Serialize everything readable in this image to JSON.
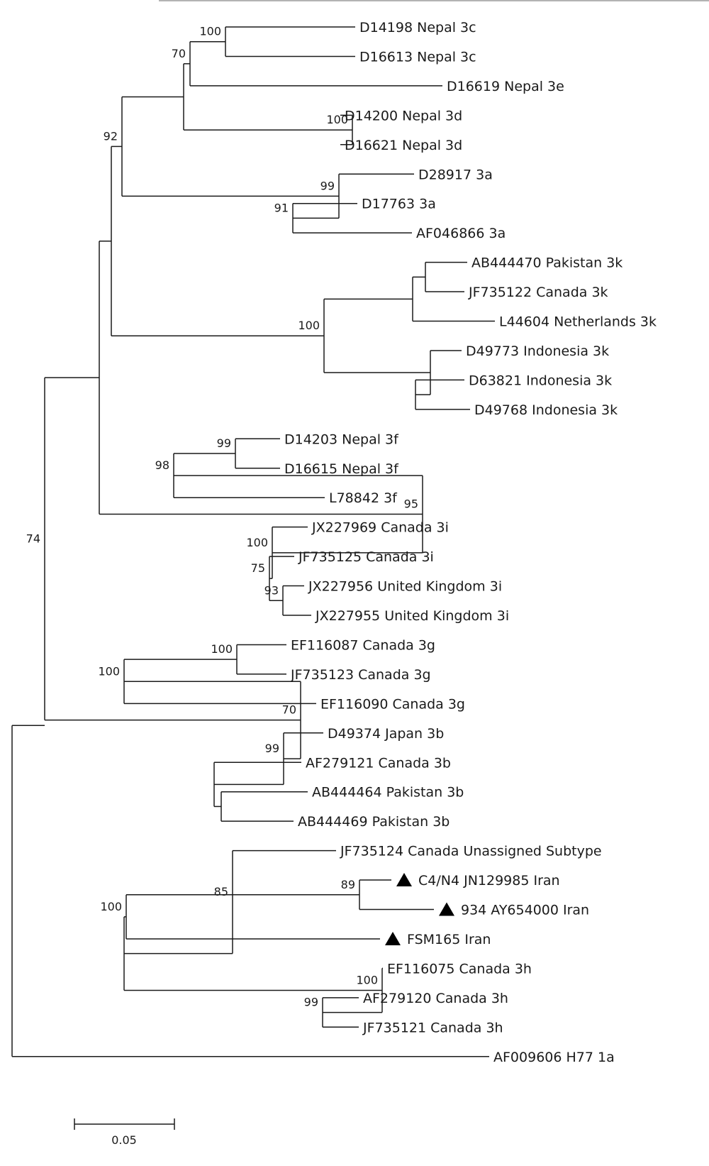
{
  "scale_bar": {
    "value": 0.05,
    "label": "0.05"
  },
  "tree": {
    "children": [
      {
        "bootstrap": "74",
        "children": [
          {
            "children": [
              {
                "children": [
                  {
                    "bootstrap": "92",
                    "children": [
                      {
                        "children": [
                          {
                            "bootstrap": "70",
                            "children": [
                              {
                                "bootstrap": "100",
                                "children": [
                                  {
                                    "name": "D14198 Nepal 3c"
                                  },
                                  {
                                    "name": "D16613 Nepal 3c"
                                  }
                                ]
                              },
                              {
                                "name": "D16619 Nepal 3e"
                              }
                            ]
                          },
                          {
                            "bootstrap": "100",
                            "children": [
                              {
                                "name": "D14200 Nepal 3d"
                              },
                              {
                                "name": "D16621 Nepal 3d"
                              }
                            ]
                          }
                        ]
                      },
                      {
                        "bootstrap": "99",
                        "children": [
                          {
                            "name": "D28917 3a"
                          },
                          {
                            "bootstrap": "91",
                            "children": [
                              {
                                "name": "D17763 3a"
                              },
                              {
                                "name": "AF046866 3a"
                              }
                            ]
                          }
                        ]
                      }
                    ]
                  },
                  {
                    "bootstrap": "100",
                    "children": [
                      {
                        "children": [
                          {
                            "children": [
                              {
                                "name": "AB444470 Pakistan 3k"
                              },
                              {
                                "name": "JF735122 Canada 3k"
                              }
                            ]
                          },
                          {
                            "name": "L44604 Netherlands 3k"
                          }
                        ]
                      },
                      {
                        "children": [
                          {
                            "name": "D49773 Indonesia 3k"
                          },
                          {
                            "children": [
                              {
                                "name": "D63821 Indonesia 3k"
                              },
                              {
                                "name": "D49768 Indonesia 3k"
                              }
                            ]
                          }
                        ]
                      }
                    ]
                  }
                ]
              },
              {
                "bootstrap": "95",
                "children": [
                  {
                    "bootstrap": "98",
                    "children": [
                      {
                        "bootstrap": "99",
                        "children": [
                          {
                            "name": "D14203 Nepal 3f"
                          },
                          {
                            "name": "D16615 Nepal 3f"
                          }
                        ]
                      },
                      {
                        "name": "L78842 3f"
                      }
                    ]
                  },
                  {
                    "bootstrap": "100",
                    "children": [
                      {
                        "name": "JX227969 Canada 3i"
                      },
                      {
                        "bootstrap": "75",
                        "children": [
                          {
                            "name": "JF735125 Canada 3i"
                          },
                          {
                            "bootstrap": "93",
                            "children": [
                              {
                                "name": "JX227956 United Kingdom 3i"
                              },
                              {
                                "name": "JX227955 United Kingdom 3i"
                              }
                            ]
                          }
                        ]
                      }
                    ]
                  }
                ]
              }
            ]
          },
          {
            "bootstrap": "70",
            "children": [
              {
                "bootstrap": "100",
                "children": [
                  {
                    "bootstrap": "100",
                    "children": [
                      {
                        "name": "EF116087 Canada 3g"
                      },
                      {
                        "name": "JF735123 Canada 3g"
                      }
                    ]
                  },
                  {
                    "name": "EF116090 Canada 3g"
                  }
                ]
              },
              {
                "bootstrap": "99",
                "children": [
                  {
                    "name": "D49374 Japan 3b"
                  },
                  {
                    "children": [
                      {
                        "name": "AF279121 Canada 3b"
                      },
                      {
                        "children": [
                          {
                            "name": "AB444464 Pakistan 3b"
                          },
                          {
                            "name": "AB444469 Pakistan 3b"
                          }
                        ]
                      }
                    ]
                  }
                ]
              }
            ]
          }
        ]
      },
      {
        "bootstrap": "85",
        "children": [
          {
            "name": "JF735124 Canada Unassigned Subtype"
          },
          {
            "children": [
              {
                "bootstrap": "100",
                "children": [
                  {
                    "bootstrap": "89",
                    "children": [
                      {
                        "name": "C4/N4 JN129985 Iran",
                        "marker": "triangle"
                      },
                      {
                        "name": "934 AY654000 Iran",
                        "marker": "triangle"
                      }
                    ]
                  },
                  {
                    "name": "FSM165 Iran",
                    "marker": "triangle"
                  }
                ]
              },
              {
                "bootstrap": "100",
                "children": [
                  {
                    "name": "EF116075 Canada 3h"
                  },
                  {
                    "bootstrap": "99",
                    "children": [
                      {
                        "name": "AF279120 Canada 3h"
                      },
                      {
                        "name": "JF735121 Canada 3h"
                      }
                    ]
                  }
                ]
              }
            ]
          }
        ]
      }
    ]
  },
  "outgroup": {
    "name": "AF009606 H77 1a"
  }
}
